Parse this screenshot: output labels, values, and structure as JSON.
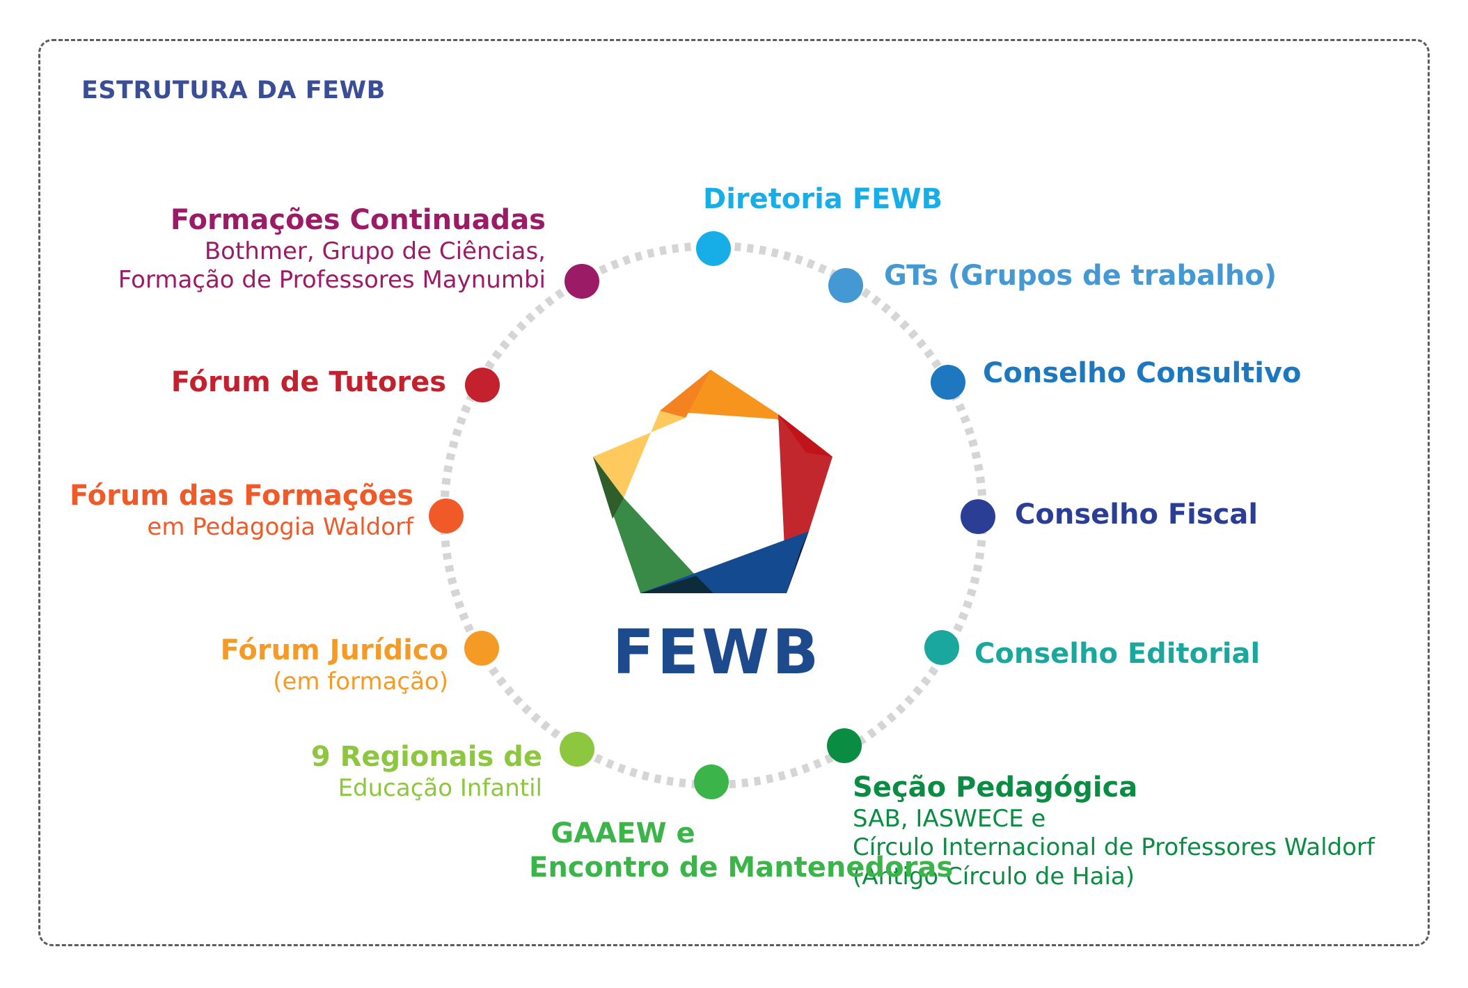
{
  "title": "ESTRUTURA DA FEWB",
  "logo": {
    "text": "FEWB"
  },
  "nodes": [
    {
      "id": "diretoria",
      "color": "#17aee8",
      "title": "Diretoria FEWB",
      "sub": []
    },
    {
      "id": "gts",
      "color": "#4498d3",
      "title": "GTs (Grupos de trabalho)",
      "sub": []
    },
    {
      "id": "consultivo",
      "color": "#1e78bf",
      "title": "Conselho Consultivo",
      "sub": []
    },
    {
      "id": "fiscal",
      "color": "#2a3e96",
      "title": "Conselho Fiscal",
      "sub": []
    },
    {
      "id": "editorial",
      "color": "#1aa89e",
      "title": "Conselho Editorial",
      "sub": []
    },
    {
      "id": "pedagogica",
      "color": "#0a8d42",
      "title": "Seção Pedagógica",
      "sub": [
        "SAB, IASWECE e",
        "Círculo Internacional de Professores Waldorf",
        "(Antigo Círculo de Haia)"
      ]
    },
    {
      "id": "gaaew",
      "color": "#3bb54a",
      "title": "GAAEW e",
      "sub": [
        "Encontro de Mantenedoras"
      ]
    },
    {
      "id": "regionais",
      "color": "#8dc63f",
      "title": "9 Regionais de",
      "sub": [
        "Educação Infantil"
      ]
    },
    {
      "id": "juridico",
      "color": "#f59a24",
      "title": "Fórum Jurídico",
      "sub": [
        "(em formação)"
      ]
    },
    {
      "id": "formacoes-forum",
      "color": "#f05a28",
      "title": "Fórum das Formações",
      "sub": [
        "em Pedagogia Waldorf"
      ]
    },
    {
      "id": "tutores",
      "color": "#c4212f",
      "title": "Fórum de Tutores",
      "sub": []
    },
    {
      "id": "continuadas",
      "color": "#9b1b67",
      "title": "Formações Continuadas",
      "sub": [
        "Bothmer, Grupo de Ciências,",
        "Formação de Professores Maynumbi"
      ]
    }
  ],
  "colors": {
    "ring": "#d5d5d5",
    "frame": "#5c5c5c",
    "title": "#3a4e96"
  }
}
